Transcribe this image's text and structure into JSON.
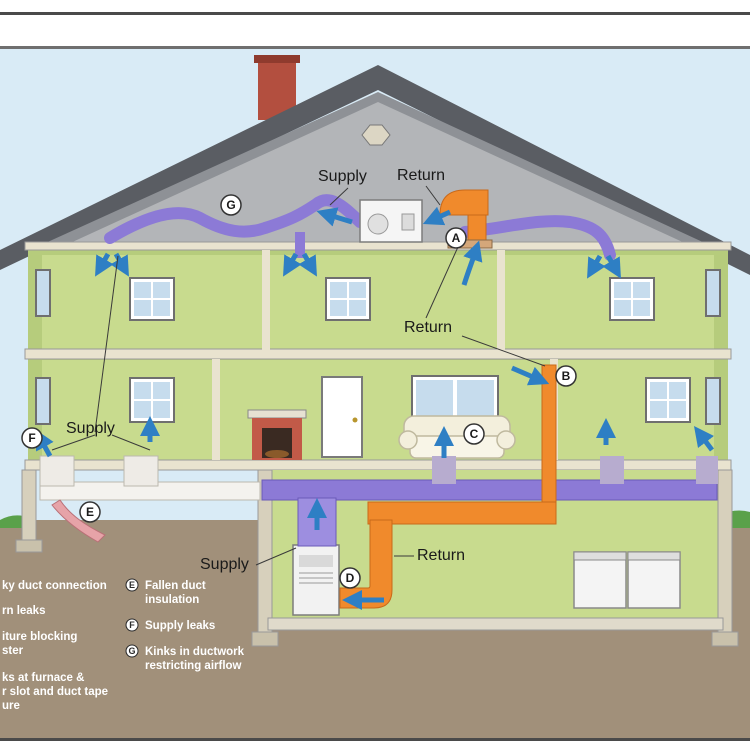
{
  "labels": {
    "supply_top": "Supply",
    "return_top": "Return",
    "return_mid": "Return",
    "supply_left": "Supply",
    "supply_furnace": "Supply",
    "return_basement": "Return"
  },
  "markers": {
    "a": "A",
    "b": "B",
    "c": "C",
    "d": "D",
    "e": "E",
    "f": "F",
    "g": "G"
  },
  "legend": {
    "left": [
      {
        "lines": [
          "ky duct connection"
        ]
      },
      {
        "lines": [
          "rn leaks"
        ]
      },
      {
        "lines": [
          "iture blocking",
          "ster"
        ]
      },
      {
        "lines": [
          "ks at furnace &",
          "r slot and duct tape",
          "ure"
        ]
      }
    ],
    "right": [
      {
        "key": "E",
        "lines": [
          "Fallen duct",
          "insulation"
        ]
      },
      {
        "key": "F",
        "lines": [
          "Supply leaks"
        ]
      },
      {
        "key": "G",
        "lines": [
          "Kinks in ductwork",
          "restricting airflow"
        ]
      }
    ]
  },
  "colors": {
    "sky": "#d9ebf6",
    "wall": "#c8db8e",
    "roof": "#5a5d63",
    "supply_duct": "#8c7ad6",
    "return_duct": "#f08a2c",
    "arrow": "#2e7fc4",
    "ground": "#a1907a"
  }
}
